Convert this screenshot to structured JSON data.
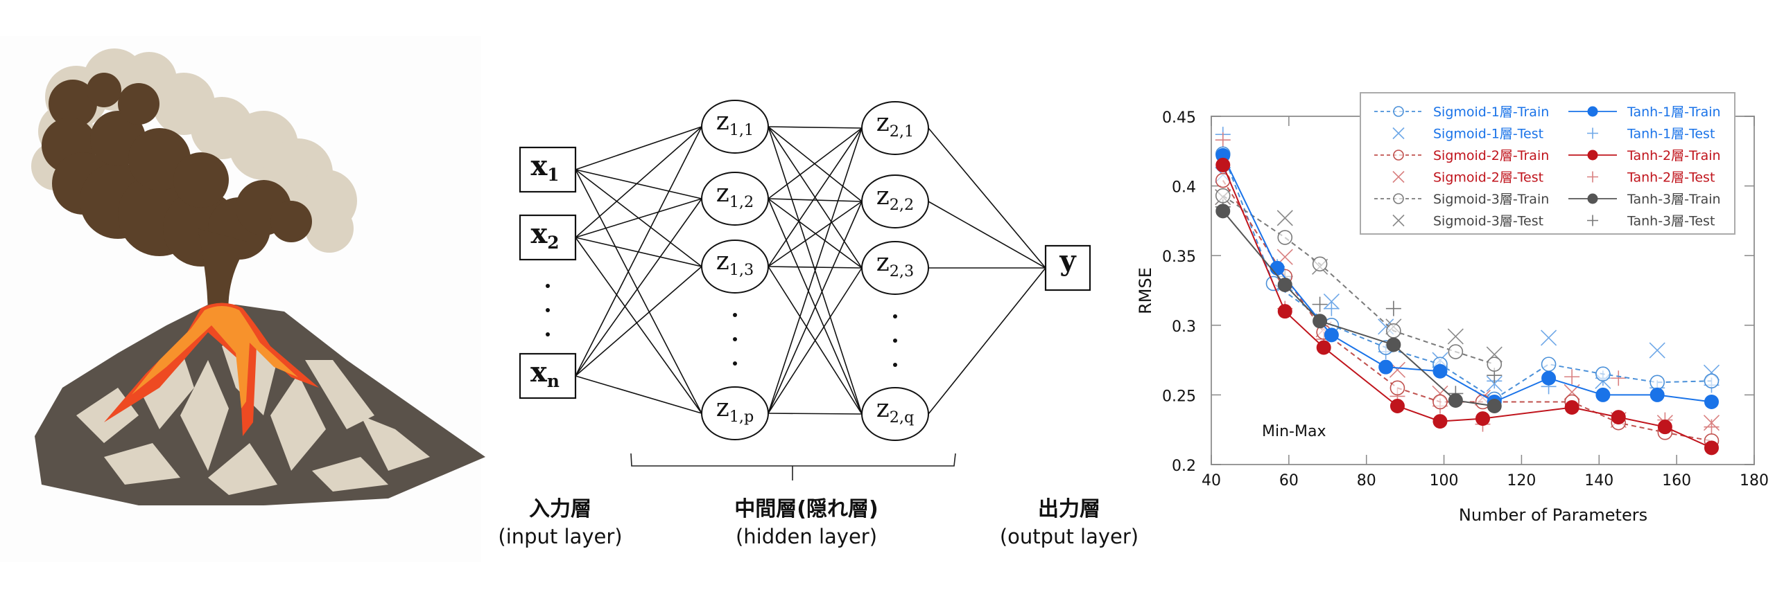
{
  "illustration": {
    "subject": "erupting volcano",
    "icon": "volcano-icon"
  },
  "network": {
    "inputs": [
      {
        "base": "x",
        "sub": "1"
      },
      {
        "base": "x",
        "sub": "2"
      },
      {
        "base": "x",
        "sub": "n"
      }
    ],
    "hidden1": [
      {
        "base": "z",
        "sub": "1,1"
      },
      {
        "base": "z",
        "sub": "1,2"
      },
      {
        "base": "z",
        "sub": "1,3"
      },
      {
        "base": "z",
        "sub": "1,p"
      }
    ],
    "hidden2": [
      {
        "base": "z",
        "sub": "2,1"
      },
      {
        "base": "z",
        "sub": "2,2"
      },
      {
        "base": "z",
        "sub": "2,3"
      },
      {
        "base": "z",
        "sub": "2,q"
      }
    ],
    "output": {
      "base": "y",
      "sub": ""
    },
    "ellipsis": "·",
    "captions": {
      "input_jp": "入力層",
      "input_en": "(input layer)",
      "hidden_jp": "中間層(隠れ層)",
      "hidden_en": "(hidden layer)",
      "output_jp": "出力層",
      "output_en": "(output layer)"
    }
  },
  "chart_data": {
    "type": "line",
    "title": "",
    "annotation": "Min-Max",
    "xlabel": "Number of Parameters",
    "ylabel": "RMSE",
    "xlim": [
      40,
      180
    ],
    "ylim": [
      0.2,
      0.45
    ],
    "xticks": [
      40,
      60,
      80,
      100,
      120,
      140,
      160,
      180
    ],
    "yticks": [
      0.2,
      0.25,
      0.3,
      0.35,
      0.4,
      0.45
    ],
    "ytick_labels": [
      "0.2",
      "0.25",
      "0.3",
      "0.35",
      "0.4",
      "0.45"
    ],
    "grid": false,
    "legend_position": "top-right",
    "colors": {
      "layer1": "#1a73e8",
      "layer2": "#c0141c",
      "layer3": "#555555"
    },
    "series": [
      {
        "name": "Sigmoid-1層-Train",
        "color": "#4a90d9",
        "style": "dashed",
        "marker": "open-circle",
        "x": [
          43,
          56,
          71,
          85,
          99,
          113,
          127,
          141,
          155,
          169
        ],
        "y": [
          0.423,
          0.33,
          0.3,
          0.284,
          0.272,
          0.247,
          0.272,
          0.265,
          0.259,
          0.26
        ]
      },
      {
        "name": "Sigmoid-1層-Test",
        "color": "#6fa8e8",
        "style": "none",
        "marker": "x",
        "x": [
          43,
          59,
          71,
          85,
          99,
          113,
          127,
          141,
          155,
          169
        ],
        "y": [
          0.408,
          0.33,
          0.317,
          0.299,
          0.275,
          0.258,
          0.291,
          0.26,
          0.282,
          0.266
        ]
      },
      {
        "name": "Sigmoid-2層-Train",
        "color": "#c0504d",
        "style": "dashed",
        "marker": "open-circle",
        "x": [
          43,
          59,
          69,
          88,
          99,
          110,
          133,
          145,
          157,
          169
        ],
        "y": [
          0.404,
          0.335,
          0.295,
          0.255,
          0.245,
          0.245,
          0.245,
          0.23,
          0.223,
          0.217
        ]
      },
      {
        "name": "Sigmoid-2層-Test",
        "color": "#d98080",
        "style": "none",
        "marker": "x",
        "x": [
          43,
          59,
          69,
          88,
          99,
          110,
          133,
          145,
          157,
          169
        ],
        "y": [
          0.392,
          0.349,
          0.297,
          0.268,
          0.251,
          0.248,
          0.252,
          0.232,
          0.23,
          0.23
        ]
      },
      {
        "name": "Sigmoid-3層-Train",
        "color": "#7a7a7a",
        "style": "dashed",
        "marker": "open-circle",
        "x": [
          43,
          59,
          68,
          87,
          103,
          113
        ],
        "y": [
          0.393,
          0.363,
          0.344,
          0.296,
          0.281,
          0.272
        ]
      },
      {
        "name": "Sigmoid-3層-Test",
        "color": "#8a8a8a",
        "style": "none",
        "marker": "x",
        "x": [
          43,
          59,
          68,
          87,
          103,
          113
        ],
        "y": [
          0.392,
          0.377,
          0.342,
          0.299,
          0.292,
          0.279
        ]
      },
      {
        "name": "Tanh-1層-Train",
        "color": "#1a73e8",
        "style": "solid",
        "marker": "filled-circle",
        "x": [
          43,
          57,
          71,
          85,
          99,
          113,
          127,
          141,
          155,
          169
        ],
        "y": [
          0.422,
          0.341,
          0.293,
          0.27,
          0.267,
          0.245,
          0.262,
          0.25,
          0.25,
          0.245
        ]
      },
      {
        "name": "Tanh-1層-Test",
        "color": "#6fa8e8",
        "style": "none",
        "marker": "plus",
        "x": [
          43,
          57,
          71,
          85,
          99,
          113,
          127,
          141,
          155,
          169
        ],
        "y": [
          0.437,
          0.342,
          0.312,
          0.281,
          0.27,
          0.26,
          0.256,
          0.262,
          0.255,
          0.257
        ]
      },
      {
        "name": "Tanh-2層-Train",
        "color": "#c0141c",
        "style": "solid",
        "marker": "filled-circle",
        "x": [
          43,
          59,
          69,
          88,
          99,
          110,
          133,
          145,
          157,
          169
        ],
        "y": [
          0.415,
          0.31,
          0.284,
          0.242,
          0.231,
          0.233,
          0.241,
          0.234,
          0.227,
          0.212
        ]
      },
      {
        "name": "Tanh-2層-Test",
        "color": "#d98080",
        "style": "none",
        "marker": "plus",
        "x": [
          43,
          59,
          69,
          88,
          99,
          110,
          133,
          145,
          157,
          169
        ],
        "y": [
          0.433,
          0.312,
          0.29,
          0.249,
          0.242,
          0.229,
          0.263,
          0.262,
          0.232,
          0.227
        ]
      },
      {
        "name": "Tanh-3層-Train",
        "color": "#555555",
        "style": "solid",
        "marker": "filled-circle",
        "x": [
          43,
          59,
          68,
          87,
          103,
          113
        ],
        "y": [
          0.382,
          0.329,
          0.303,
          0.286,
          0.246,
          0.242
        ]
      },
      {
        "name": "Tanh-3層-Test",
        "color": "#777777",
        "style": "none",
        "marker": "plus",
        "x": [
          43,
          59,
          68,
          87,
          103,
          113
        ],
        "y": [
          0.385,
          0.335,
          0.315,
          0.312,
          0.251,
          0.264
        ]
      }
    ],
    "legend": [
      {
        "label": "Sigmoid-1層-Train",
        "text_color": "#1a73e8",
        "series": 0
      },
      {
        "label": "Tanh-1層-Train",
        "text_color": "#1a73e8",
        "series": 6
      },
      {
        "label": "Sigmoid-1層-Test",
        "text_color": "#1a73e8",
        "series": 1
      },
      {
        "label": "Tanh-1層-Test",
        "text_color": "#1a73e8",
        "series": 7
      },
      {
        "label": "Sigmoid-2層-Train",
        "text_color": "#c0141c",
        "series": 2
      },
      {
        "label": "Tanh-2層-Train",
        "text_color": "#c0141c",
        "series": 8
      },
      {
        "label": "Sigmoid-2層-Test",
        "text_color": "#c0141c",
        "series": 3
      },
      {
        "label": "Tanh-2層-Test",
        "text_color": "#c0141c",
        "series": 9
      },
      {
        "label": "Sigmoid-3層-Train",
        "text_color": "#444444",
        "series": 4
      },
      {
        "label": "Tanh-3層-Train",
        "text_color": "#444444",
        "series": 10
      },
      {
        "label": "Sigmoid-3層-Test",
        "text_color": "#444444",
        "series": 5
      },
      {
        "label": "Tanh-3層-Test",
        "text_color": "#444444",
        "series": 11
      }
    ]
  }
}
